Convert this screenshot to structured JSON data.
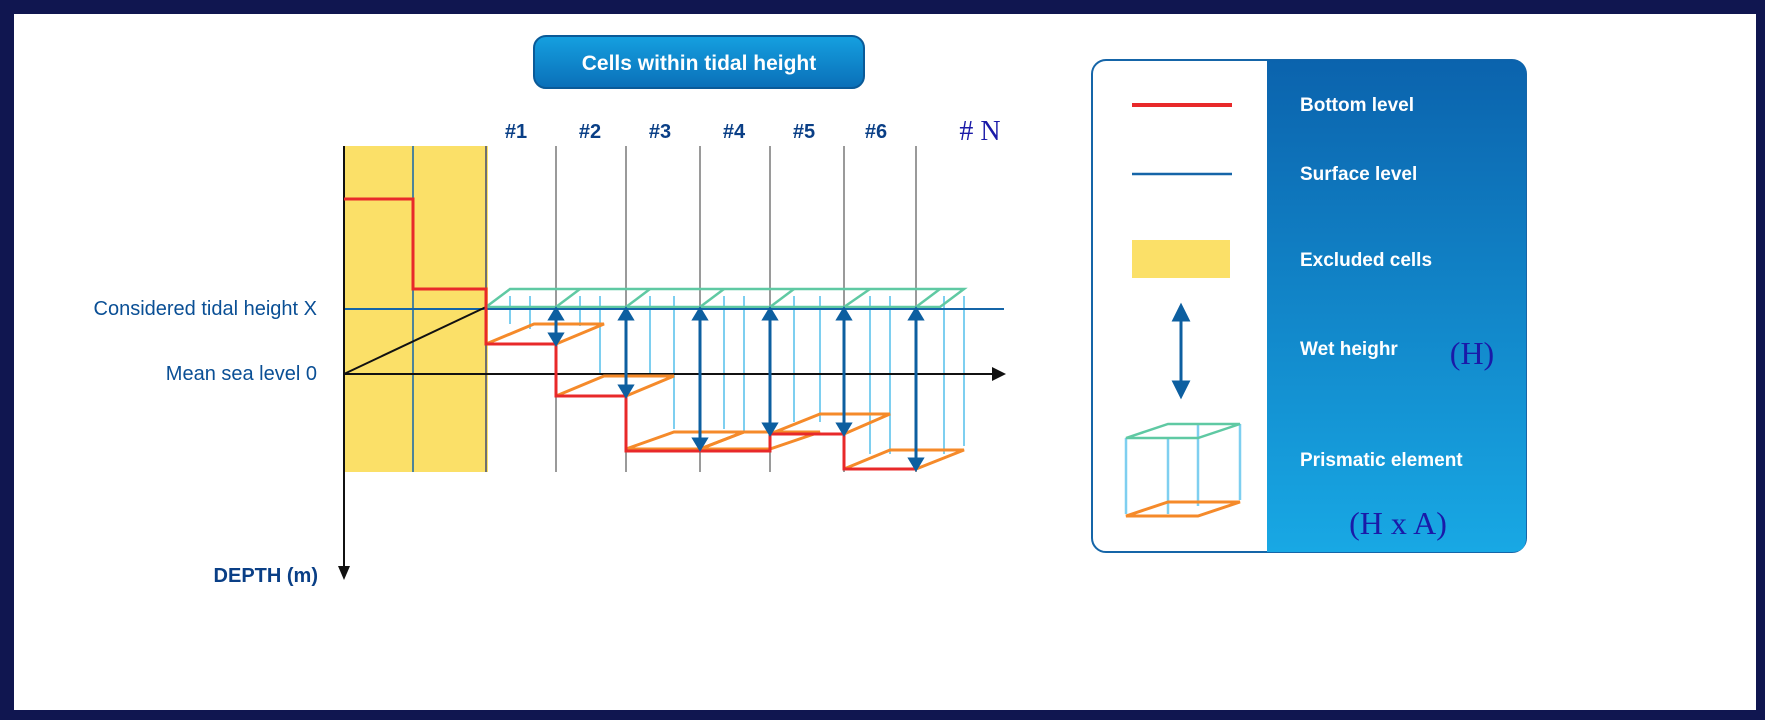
{
  "header": {
    "label": "Cells within tidal height"
  },
  "cells": {
    "labels": [
      "#1",
      "#2",
      "#3",
      "#4",
      "#5",
      "#6"
    ],
    "last_label": "# N"
  },
  "axis": {
    "tidal_label": "Considered tidal height  X",
    "msl_label": "Mean sea level   0",
    "depth_label": "DEPTH (m)"
  },
  "legend": {
    "bottom_level": "Bottom level",
    "surface_level": "Surface level",
    "excluded_cells": "Excluded cells",
    "wet_height": "Wet heighr",
    "wet_height_symbol": "(H)",
    "prismatic_element": "Prismatic element",
    "prismatic_symbol": "(H x A)"
  },
  "colors": {
    "bottom": "#e8292a",
    "surface": "#1565a8",
    "excluded": "#fbe068",
    "prism_top": "#5fc9a3",
    "prism_side": "#7ecff0",
    "prism_base": "#f58a2a",
    "legend_blue": "#0a6fb8",
    "frame": "#101650"
  }
}
